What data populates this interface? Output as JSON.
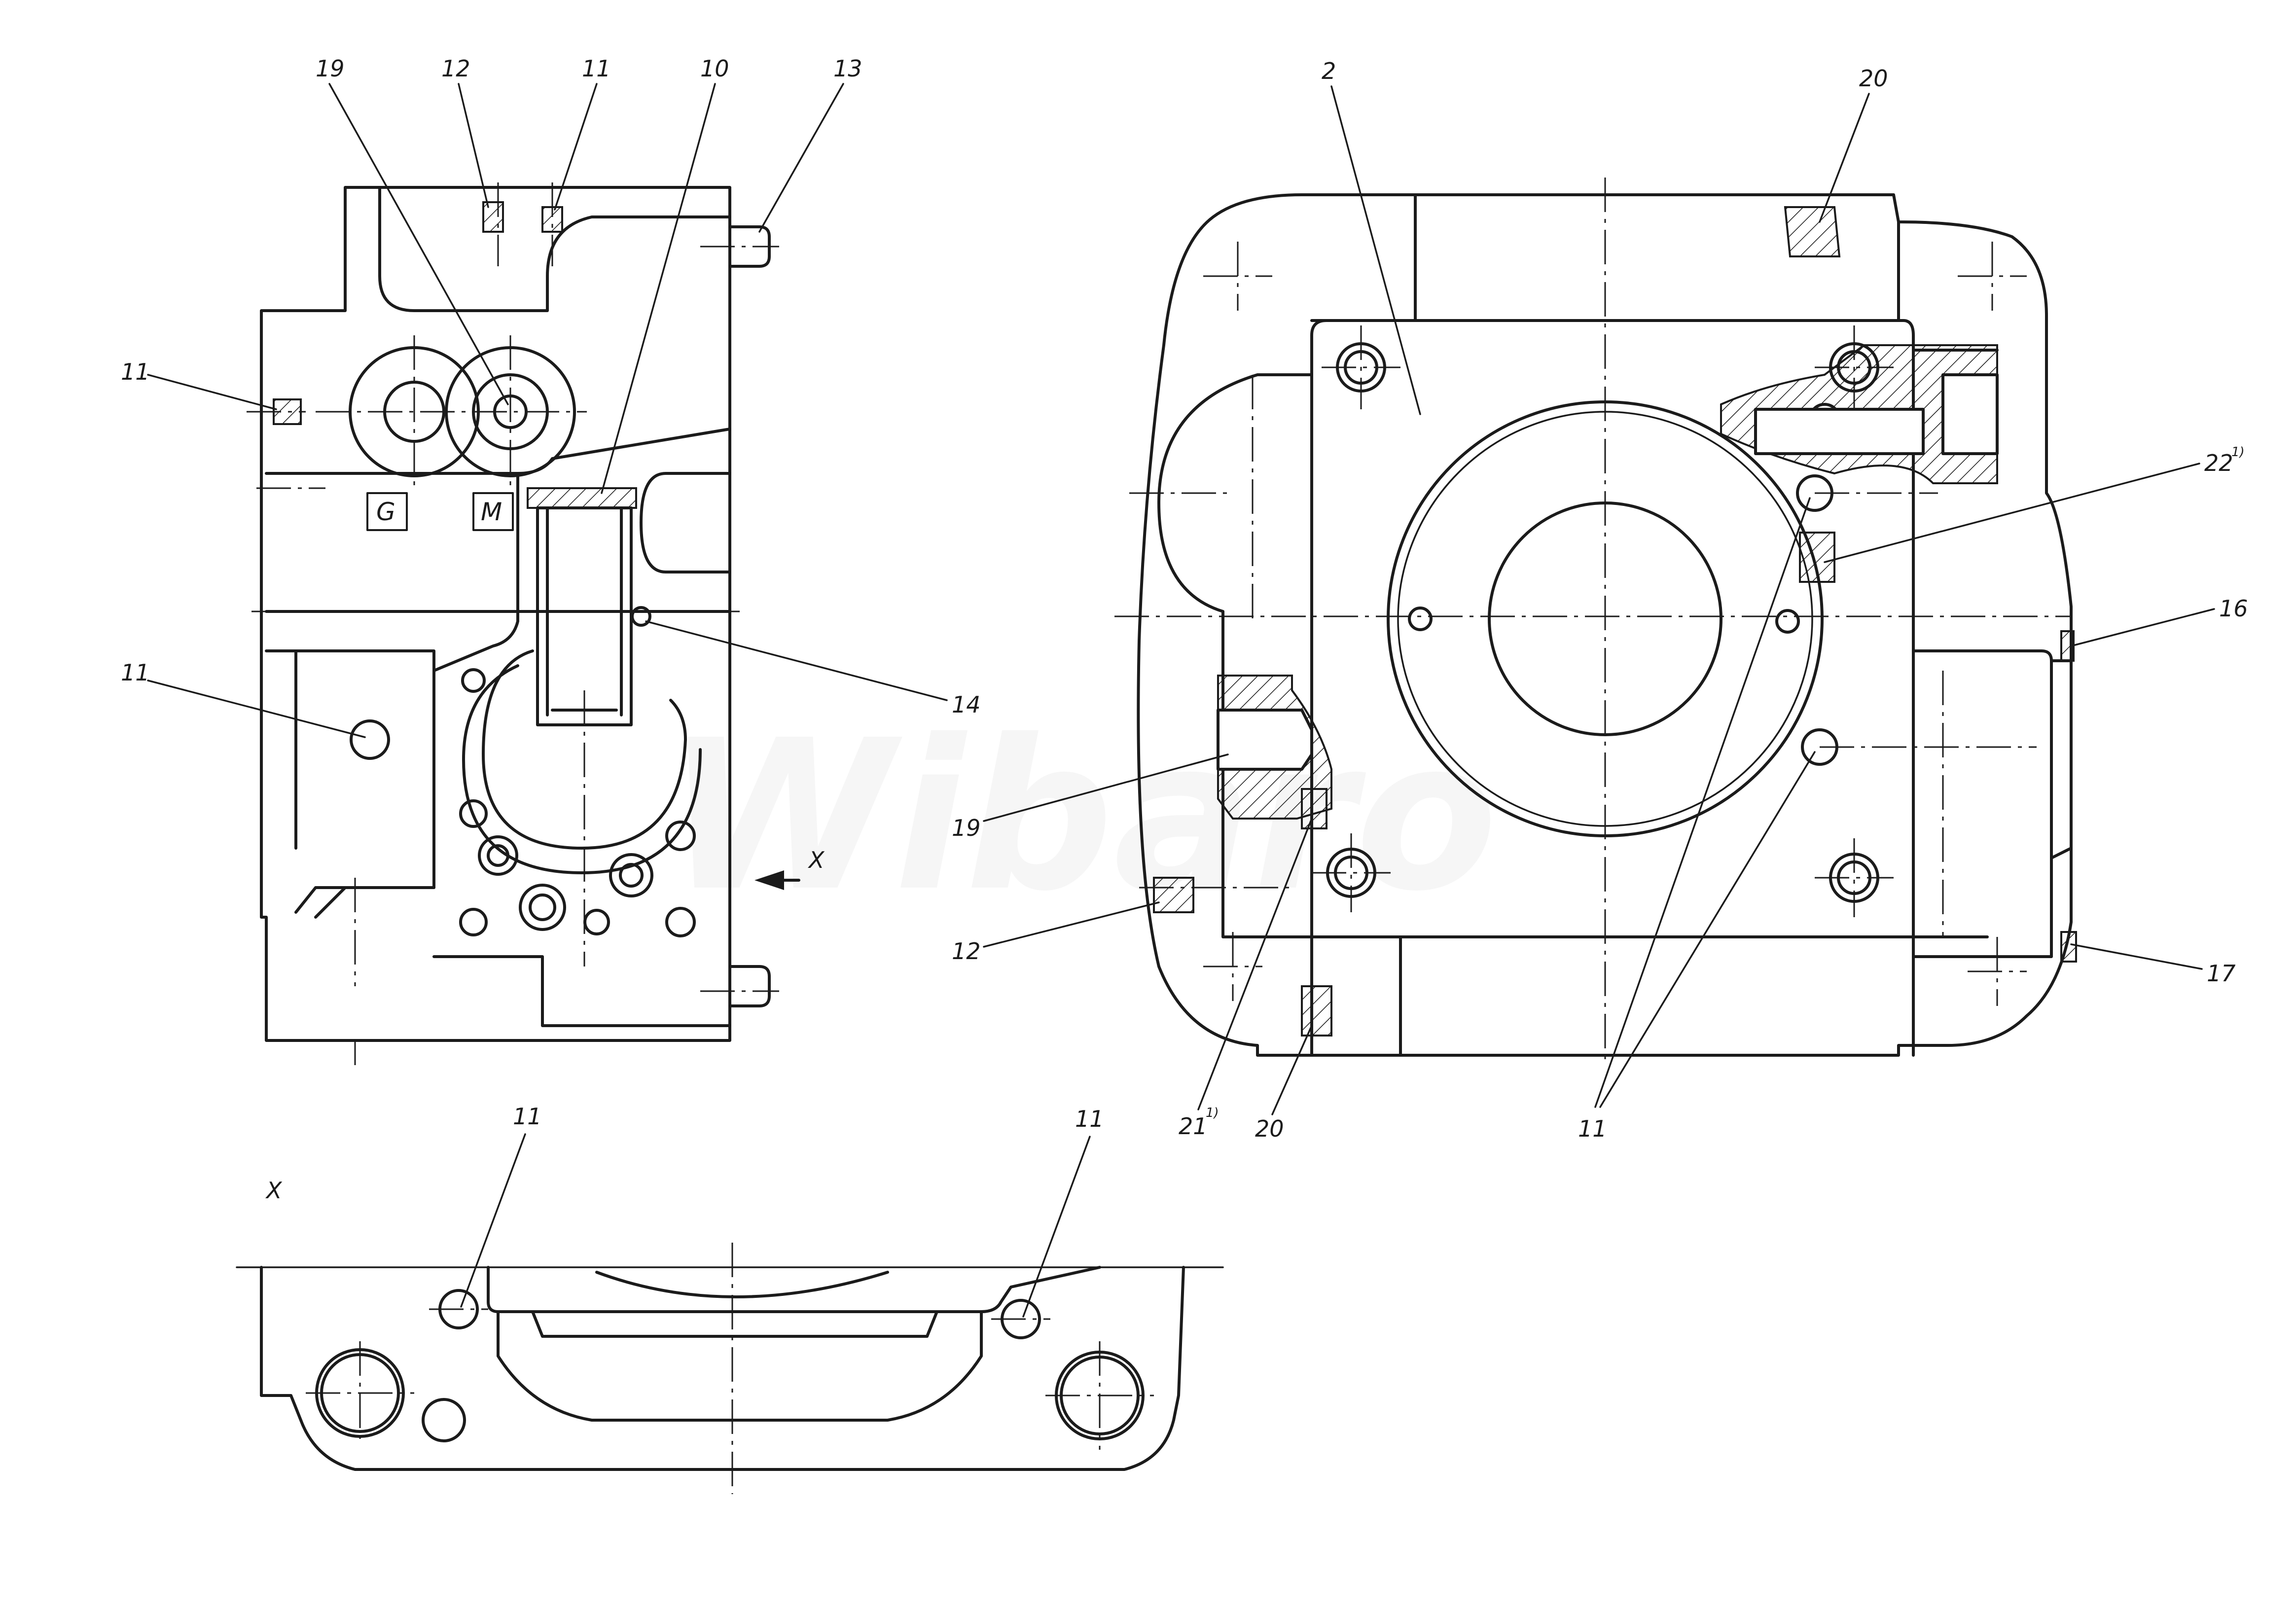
{
  "watermark": "Wibaro",
  "view_marker": "X",
  "port_labels": {
    "g": "G",
    "m": "M"
  },
  "callouts": {
    "left_view": [
      "19",
      "12",
      "11",
      "10",
      "13",
      "11",
      "11",
      "14",
      "X"
    ],
    "right_view": [
      "2",
      "20",
      "22",
      "1)",
      "16",
      "19",
      "12",
      "21",
      "1)",
      "20",
      "17",
      "11"
    ],
    "bottom_view": [
      "11",
      "11"
    ]
  },
  "colors": {
    "line": "#1b1b1b",
    "background": "#ffffff"
  }
}
